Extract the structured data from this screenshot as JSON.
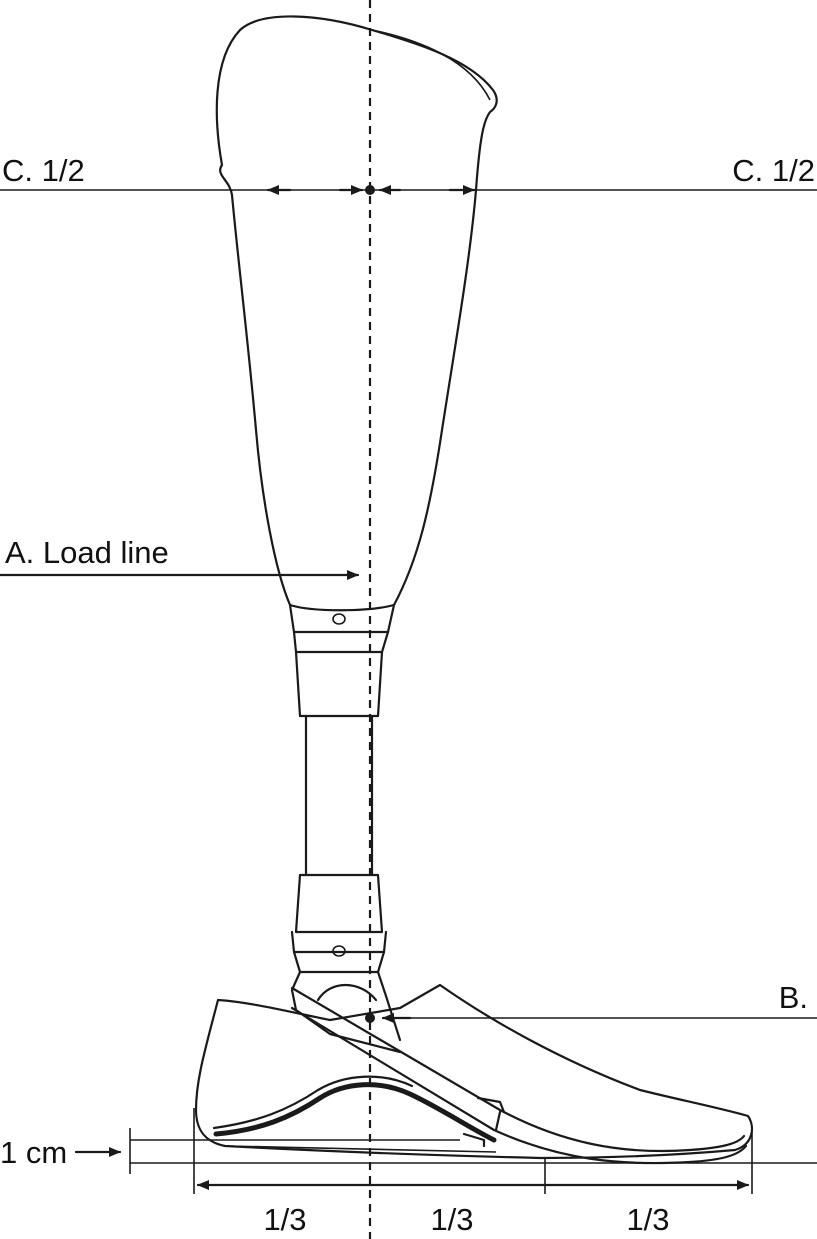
{
  "labels": {
    "circumference_left": "C. 1/2",
    "circumference_right": "C. 1/2",
    "load_line": "A. Load line",
    "point_b": "B.",
    "heel_height": "1 cm",
    "third_1": "1/3",
    "third_2": "1/3",
    "third_3": "1/3"
  },
  "colors": {
    "line": "#1a1a1a",
    "background": "#ffffff"
  }
}
